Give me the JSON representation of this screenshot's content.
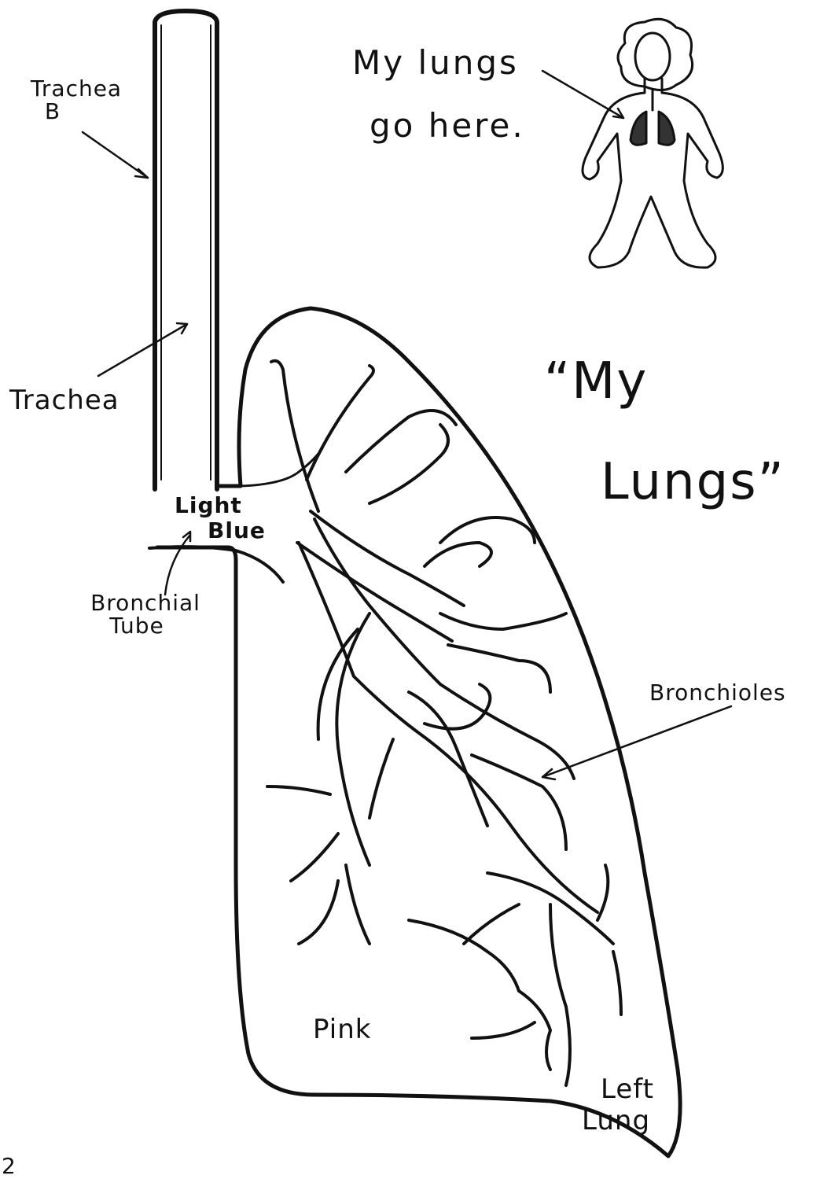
{
  "title": "“My Lungs”",
  "title_line1": "“My",
  "title_line2": "Lungs”",
  "caption_line1": "My  lungs",
  "caption_line2": "go  here.",
  "labels": {
    "trachea_b_line1": "Trachea",
    "trachea_b_line2": "B",
    "trachea": "Trachea",
    "light_blue_line1": "Light",
    "light_blue_line2": "Blue",
    "bronchial_line1": "Bronchial",
    "bronchial_line2": "Tube",
    "bronchioles": "Bronchioles",
    "pink": "Pink",
    "left_lung_line1": "Left",
    "left_lung_line2": "Lung"
  },
  "page_number": "2",
  "colors": {
    "ink": "#111111",
    "paper": "#ffffff",
    "lung_fill_hint": "Pink",
    "tube_fill_hint": "Light Blue"
  }
}
